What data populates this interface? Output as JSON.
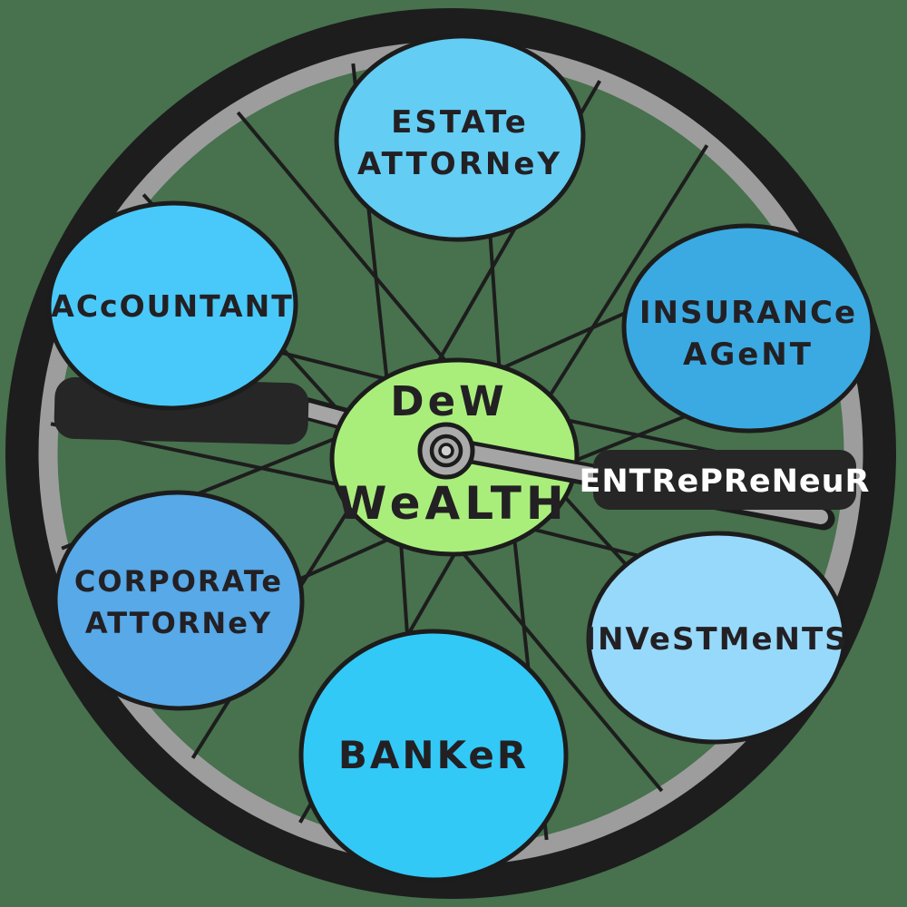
{
  "diagram": {
    "hub": {
      "line1": "DeW",
      "line2": "WeALTH",
      "color": "#a9ee7b"
    },
    "pedal": {
      "label": "ENTRePReNeuR",
      "bg": "#262626",
      "text_color": "#ffffff"
    },
    "nodes": [
      {
        "id": "estate-attorney",
        "line1": "ESTATe",
        "line2": "ATTORNeY",
        "color": "#63cdf4"
      },
      {
        "id": "insurance-agent",
        "line1": "INSURANCe",
        "line2": "AGeNT",
        "color": "#3baae2"
      },
      {
        "id": "investments",
        "line1": "INVeSTMeNTS",
        "line2": "",
        "color": "#97d9fb"
      },
      {
        "id": "banker",
        "line1": "BANKeR",
        "line2": "",
        "color": "#32c9f7"
      },
      {
        "id": "corporate-attorney",
        "line1": "CORPORATe",
        "line2": "ATTORNeY",
        "color": "#57a9e8"
      },
      {
        "id": "accountant",
        "line1": "ACcOUNTANT",
        "line2": "",
        "color": "#49c9f9"
      }
    ],
    "wheel": {
      "background": "#48714e",
      "tire_color": "#1d1d1d",
      "rim_color": "#9d9d9d",
      "spoke_color": "#1d1d1d",
      "crank_color": "#a5a5a5",
      "axle_color": "#ababab",
      "axle_inner_color": "#cfcfcf",
      "outline_color": "#1c1c1c"
    }
  }
}
